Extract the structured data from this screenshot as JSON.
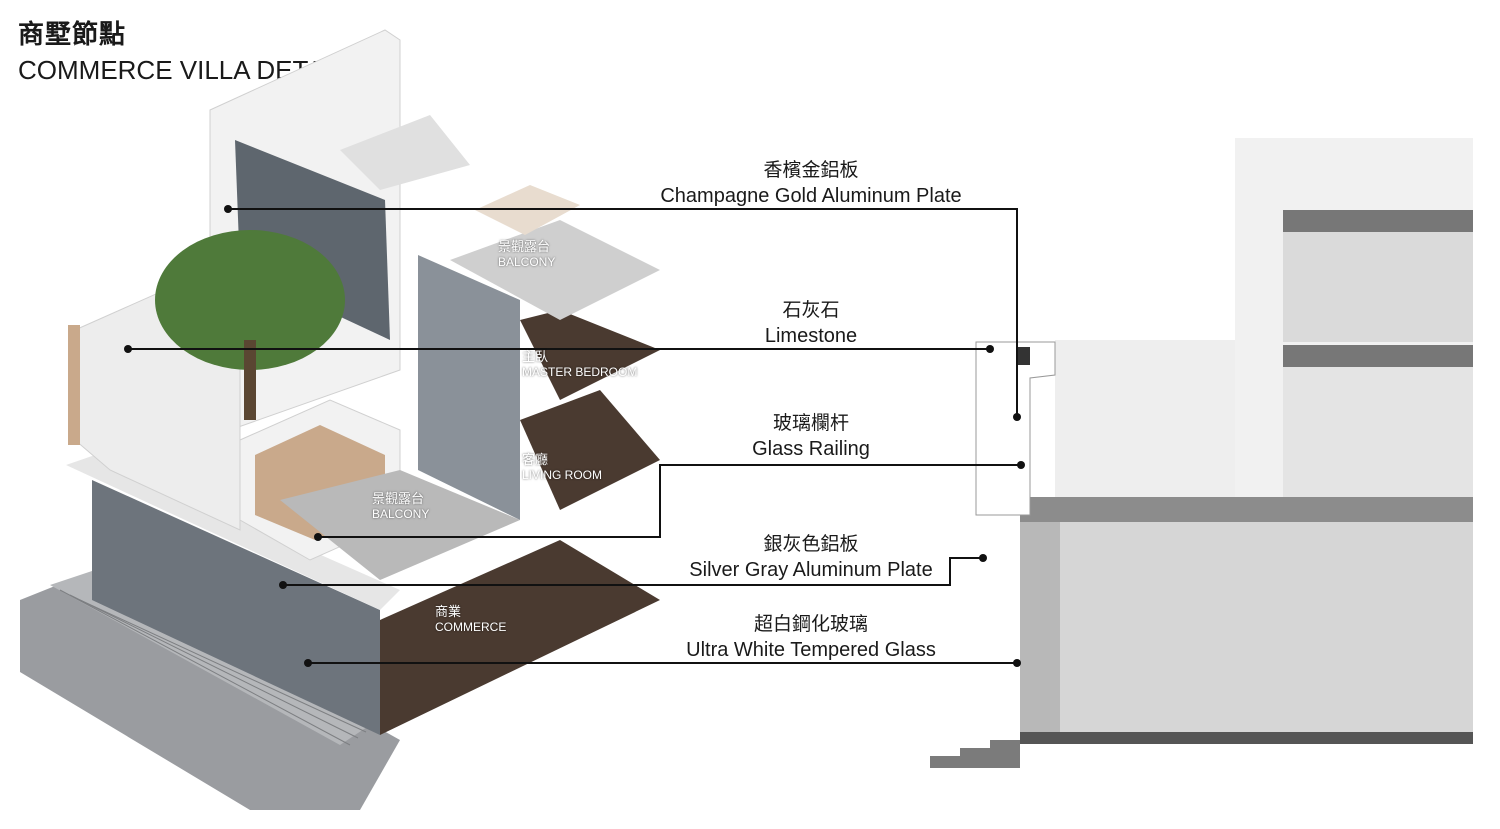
{
  "title": {
    "zh": "商墅節點",
    "en": "COMMERCE VILLA DETAIL"
  },
  "callouts": [
    {
      "zh": "香檳金鋁板",
      "en": "Champagne Gold Aluminum Plate"
    },
    {
      "zh": "石灰石",
      "en": "Limestone"
    },
    {
      "zh": "玻璃欄杆",
      "en": "Glass Railing"
    },
    {
      "zh": "銀灰色鋁板",
      "en": "Silver Gray Aluminum Plate"
    },
    {
      "zh": "超白鋼化玻璃",
      "en": "Ultra White Tempered Glass"
    }
  ],
  "rooms": [
    {
      "zh": "景觀露台",
      "en": "BALCONY"
    },
    {
      "zh": "主臥",
      "en": "MASTER BEDROOM"
    },
    {
      "zh": "客廳",
      "en": "LIVING ROOM"
    },
    {
      "zh": "景觀露台",
      "en": "BALCONY"
    },
    {
      "zh": "商業",
      "en": "COMMERCE"
    }
  ],
  "colors": {
    "line": "#111111",
    "wall": "#f2f2f2",
    "wall_shade": "#d9d9d9",
    "floor_wood": "#4a3a30",
    "glass": "#6d747c",
    "tree": "#4f7a3a",
    "ground": "#9a9ca0",
    "accent_gold": "#c9a98b"
  }
}
